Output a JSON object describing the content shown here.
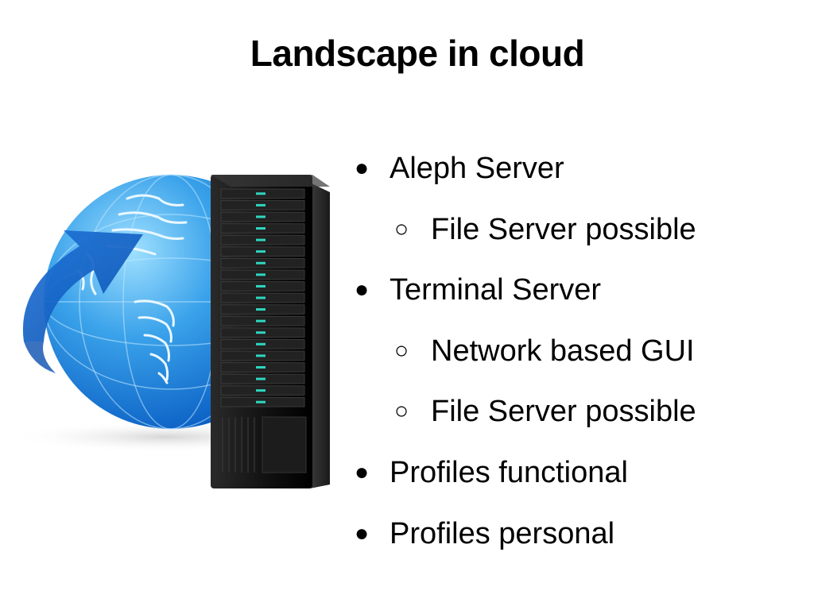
{
  "slide": {
    "title": "Landscape in cloud",
    "bullets": [
      {
        "level": 1,
        "marker": "●",
        "text": "Aleph Server"
      },
      {
        "level": 2,
        "marker": "○",
        "text": "File Server possible"
      },
      {
        "level": 1,
        "marker": "●",
        "text": "Terminal Server"
      },
      {
        "level": 2,
        "marker": "○",
        "text": "Network based GUI"
      },
      {
        "level": 2,
        "marker": "○",
        "text": "File Server possible"
      },
      {
        "level": 1,
        "marker": "●",
        "text": "Profiles functional"
      },
      {
        "level": 1,
        "marker": "●",
        "text": "Profiles personal"
      }
    ]
  },
  "illustration": {
    "icons": [
      "globe-icon",
      "arrow-icon",
      "server-rack-icon"
    ],
    "colors": {
      "globe_dark": "#0a5fc4",
      "globe_light": "#5cc4ff",
      "server_body": "#141414",
      "server_led": "#2fd6c0"
    }
  }
}
